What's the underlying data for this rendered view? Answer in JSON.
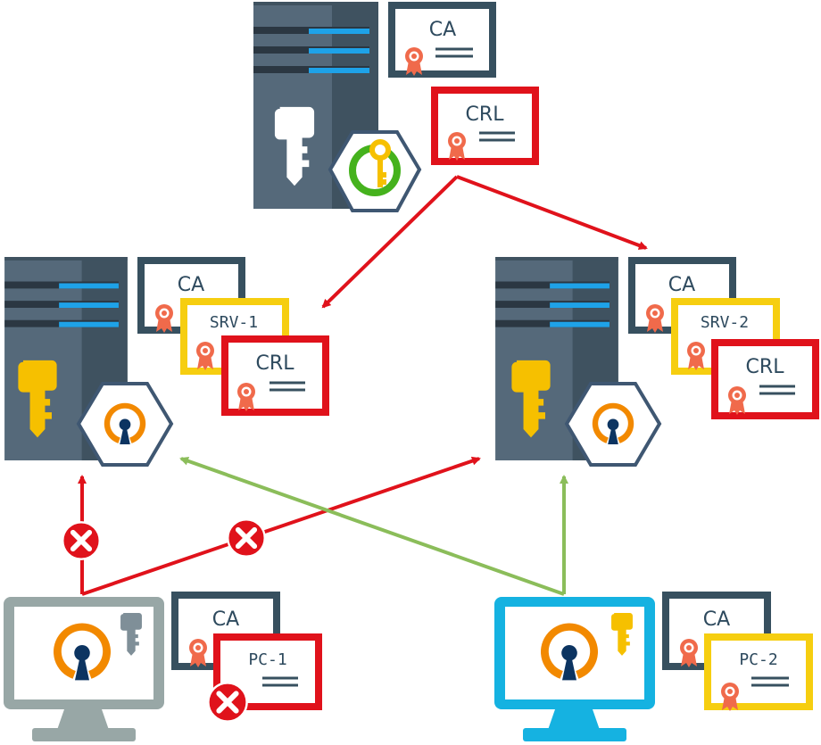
{
  "colors": {
    "server_dark": "#3f5260",
    "server_mid": "#55697a",
    "server_side": "#4a5d6c",
    "drive_stripe": "#2b3742",
    "led_blue": "#1ea2e8",
    "ca_border": "#37505f",
    "crl_border": "#e0121b",
    "cert_yellow": "#f6ce10",
    "key_gray": "#7f8f98",
    "key_yellow": "#f6c000",
    "key_white": "#ffffff",
    "ovpn_orange": "#f28900",
    "ovpn_navy": "#0c3461",
    "hex_border": "#3f5772",
    "green_ring": "#45b21d",
    "ribbon": "#f06a4b",
    "arrow_red": "#e0121b",
    "arrow_green": "#8bbd5a",
    "monitor_gray": "#98a7a6",
    "monitor_cyan": "#15b2e1",
    "deny_red": "#e0121b"
  },
  "root": {
    "ca_label": "CA",
    "crl_label": "CRL"
  },
  "server1": {
    "ca_label": "CA",
    "cert_label": "SRV-1",
    "crl_label": "CRL"
  },
  "server2": {
    "ca_label": "CA",
    "cert_label": "SRV-2",
    "crl_label": "CRL"
  },
  "client1": {
    "ca_label": "CA",
    "cert_label": "PC-1"
  },
  "client2": {
    "ca_label": "CA",
    "cert_label": "PC-2"
  }
}
